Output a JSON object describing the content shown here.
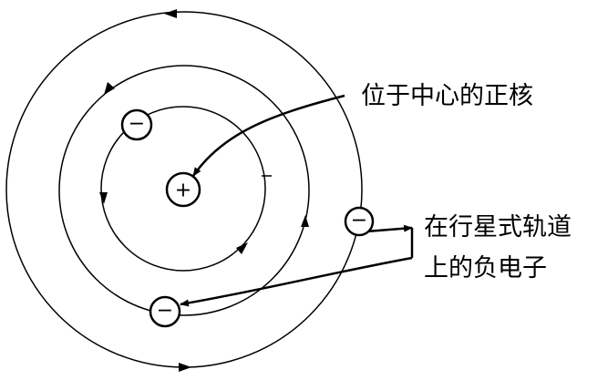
{
  "labels": {
    "nucleus": "位于中心的正核",
    "electrons_line1": "在行星式轨道",
    "electrons_line2": "上的负电子"
  },
  "signs": {
    "nucleus": "+",
    "electron": "−"
  },
  "colors": {
    "line": "#000000",
    "background": "#ffffff"
  }
}
